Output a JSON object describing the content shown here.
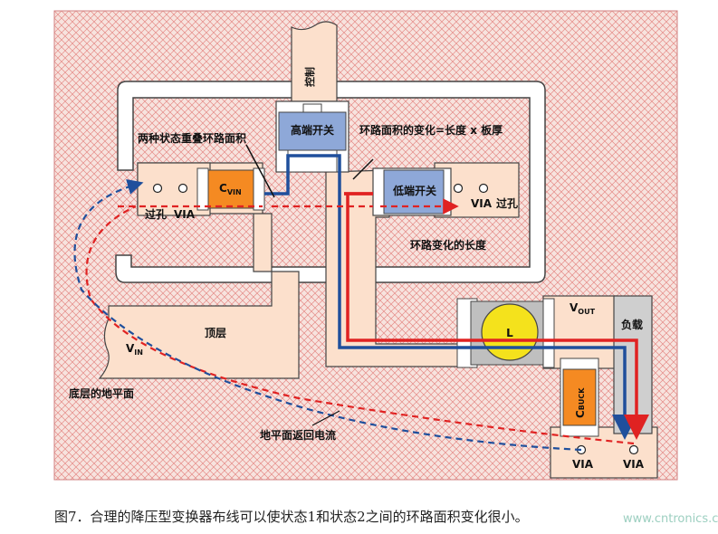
{
  "labels": {
    "control": "控制",
    "high_switch": "高端开关",
    "overlap_loop": "两种状态重叠环路面积",
    "loop_change": "环路面积的变化=长度 x 板厚",
    "low_switch": "低端开关",
    "via_left": "过孔",
    "via_left_en": "VIA",
    "via_right_en": "VIA",
    "via_right": "过孔",
    "loop_length": "环路变化的长度",
    "top_layer": "顶层",
    "vin_main": "V",
    "vin_sub": "IN",
    "cvin_main": "C",
    "cvin_sub": "VIN",
    "vout_main": "V",
    "vout_sub": "OUT",
    "load": "负载",
    "inductor": "L",
    "cbuck_main": "C",
    "cbuck_sub": "BUCK",
    "bottom_plane": "底层的地平面",
    "ground_return": "地平面返回电流",
    "via_bottom_1": "VIA",
    "via_bottom_2": "VIA"
  },
  "caption": "图7．合理的降压型变换器布线可以使状态1和状态2之间的环路面积变化很小。",
  "watermark": "www.cntronics.com",
  "colors": {
    "hatch_bg": "#f7e3de",
    "hatch_line": "#e58a86",
    "copper": "#fce0cc",
    "switch_blue": "#8ea8d8",
    "cap_orange": "#f58a22",
    "inductor_yellow": "#f4e21c",
    "load_gray": "#cfcfcf",
    "path_blue": "#1f4f9c",
    "path_red": "#e02222"
  }
}
